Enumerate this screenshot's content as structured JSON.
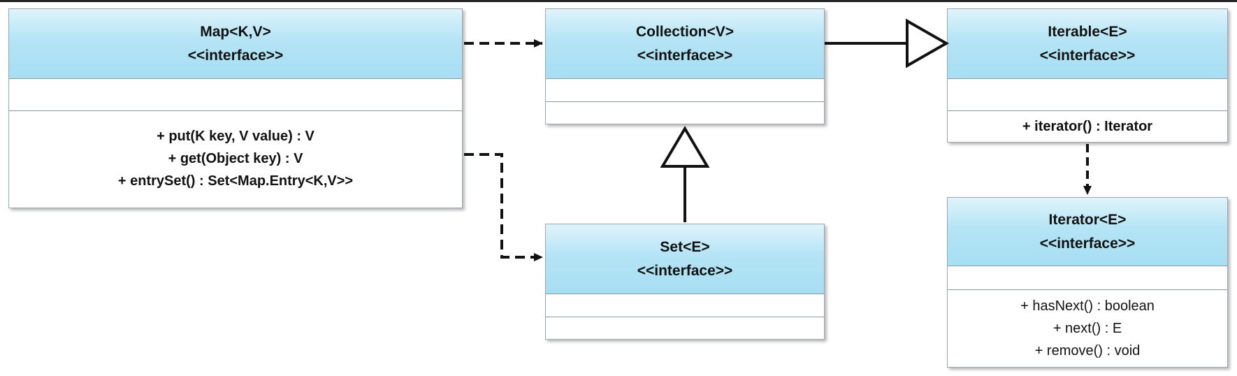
{
  "classes": {
    "map": {
      "name": "Map<K,V>",
      "stereotype": "<<interface>>",
      "operations": [
        "+ put(K key, V value) : V",
        "+ get(Object key) : V",
        "+ entrySet() : Set<Map.Entry<K,V>>"
      ]
    },
    "collection": {
      "name": "Collection<V>",
      "stereotype": "<<interface>>",
      "operations": []
    },
    "iterable": {
      "name": "Iterable<E>",
      "stereotype": "<<interface>>",
      "operations": [
        "+ iterator() : Iterator"
      ]
    },
    "set": {
      "name": "Set<E>",
      "stereotype": "<<interface>>",
      "operations": []
    },
    "iterator": {
      "name": "Iterator<E>",
      "stereotype": "<<interface>>",
      "operations": [
        "+ hasNext() : boolean",
        "+ next() : E",
        "+ remove() : void"
      ]
    }
  },
  "relations": [
    {
      "from": "map",
      "to": "collection",
      "kind": "dependency"
    },
    {
      "from": "map",
      "to": "set",
      "kind": "dependency"
    },
    {
      "from": "collection",
      "to": "iterable",
      "kind": "generalization"
    },
    {
      "from": "set",
      "to": "collection",
      "kind": "generalization"
    },
    {
      "from": "iterable",
      "to": "iterator",
      "kind": "dependency"
    }
  ]
}
